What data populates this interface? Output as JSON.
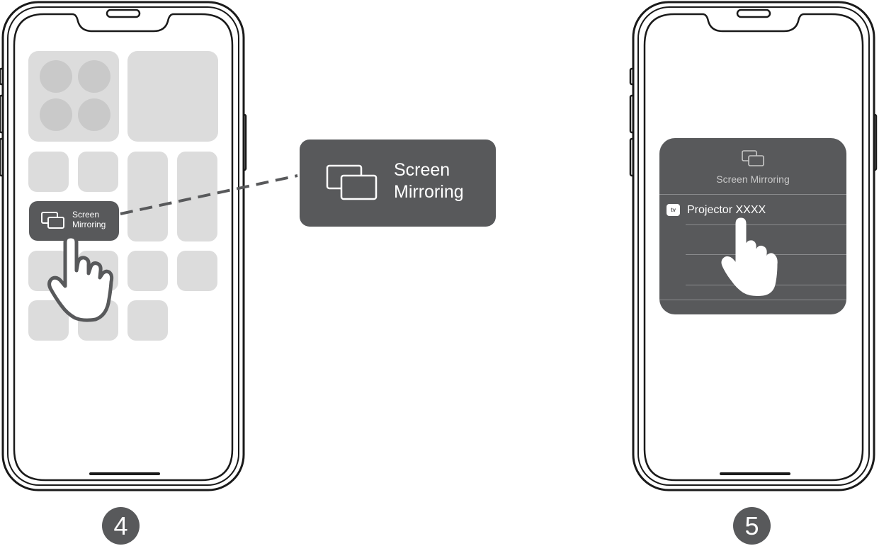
{
  "steps": {
    "left": {
      "number": "4",
      "tile_label_line1": "Screen",
      "tile_label_line2": "Mirroring",
      "callout_line1": "Screen",
      "callout_line2": "Mirroring"
    },
    "right": {
      "number": "5",
      "panel_title": "Screen Mirroring",
      "device_badge": "tv",
      "device_name": "Projector XXXX"
    }
  },
  "colors": {
    "dark_fill": "#58595b",
    "placeholder_fill": "#dcdcdc",
    "placeholder_circle": "#c9c9c9",
    "outline": "#1a1a1a"
  },
  "icons": [
    "screen-mirroring-icon",
    "hand-pointer-icon",
    "apple-tv-icon"
  ]
}
